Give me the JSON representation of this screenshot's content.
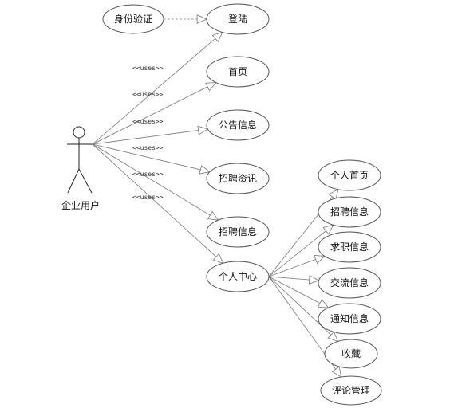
{
  "actor": {
    "name": "企业用户"
  },
  "auth_case": "身份验证",
  "actor_cases": [
    {
      "id": "login",
      "label": "登陆"
    },
    {
      "id": "home",
      "label": "首页"
    },
    {
      "id": "notice",
      "label": "公告信息"
    },
    {
      "id": "recruit-news",
      "label": "招聘资讯"
    },
    {
      "id": "recruit-info",
      "label": "招聘信息"
    },
    {
      "id": "personal-center",
      "label": "个人中心"
    }
  ],
  "stereotype": "<<uses>>",
  "center_cases": [
    {
      "id": "personal-home",
      "label": "个人首页"
    },
    {
      "id": "recruit-info-2",
      "label": "招聘信息"
    },
    {
      "id": "job-seeking",
      "label": "求职信息"
    },
    {
      "id": "exchange",
      "label": "交流信息"
    },
    {
      "id": "notification",
      "label": "通知信息"
    },
    {
      "id": "favorites",
      "label": "收藏"
    },
    {
      "id": "comment-management",
      "label": "评论管理"
    }
  ]
}
